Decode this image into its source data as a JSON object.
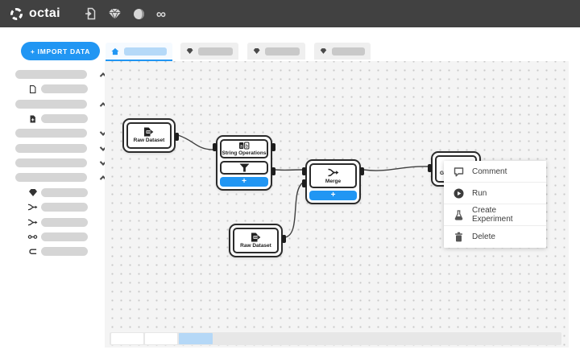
{
  "topbar": {
    "logo": "octai",
    "icons": [
      "file-transfer-icon",
      "gem-icon",
      "globe-icon",
      "infinity-icon"
    ],
    "infinity_glyph": "∞"
  },
  "toolbar": {
    "import_label": "+ IMPORT DATA"
  },
  "tabs": {
    "active_index": 0,
    "items": [
      {
        "icon": "home-icon",
        "active": true
      },
      {
        "icon": "gem-icon",
        "active": false
      },
      {
        "icon": "gem-icon",
        "active": false
      },
      {
        "icon": "gem-icon",
        "active": false
      }
    ]
  },
  "sidebar": {
    "skeleton_rows": [
      {
        "type": "group",
        "chevron": "up"
      },
      {
        "type": "item",
        "icon": "file-icon"
      },
      {
        "type": "group",
        "chevron": "up"
      },
      {
        "type": "item",
        "icon": "file-plus-icon"
      },
      {
        "type": "group",
        "chevron": "down"
      },
      {
        "type": "group",
        "chevron": "down"
      },
      {
        "type": "group",
        "chevron": "down"
      },
      {
        "type": "group",
        "chevron": "up"
      },
      {
        "type": "item",
        "icon": "gem-icon"
      },
      {
        "type": "item",
        "icon": "merge-icon"
      },
      {
        "type": "item",
        "icon": "merge-icon"
      },
      {
        "type": "item",
        "icon": "link-icon"
      },
      {
        "type": "item",
        "icon": "bracket-icon"
      }
    ]
  },
  "canvas": {
    "nodes": {
      "raw1": {
        "label": "Raw Dataset"
      },
      "string_ops": {
        "label": "String Operations"
      },
      "merge": {
        "label": "Merge"
      },
      "raw2": {
        "label": "Raw Dataset"
      },
      "gen": {
        "label": "Gen"
      }
    },
    "add_button_label": "+"
  },
  "context_menu": {
    "items": [
      {
        "label": "Comment",
        "icon": "comment-icon"
      },
      {
        "label": "Run",
        "icon": "run-icon"
      },
      {
        "label": "Create Experiment",
        "icon": "experiment-icon"
      },
      {
        "label": "Delete",
        "icon": "delete-icon"
      }
    ]
  },
  "colors": {
    "accent": "#2196f3",
    "topbar_bg": "#414141",
    "active_tab_placeholder": "#b5d9f8",
    "skeleton_bar": "#d5d5d5",
    "scroll_thumb": "#b5d8f7"
  }
}
